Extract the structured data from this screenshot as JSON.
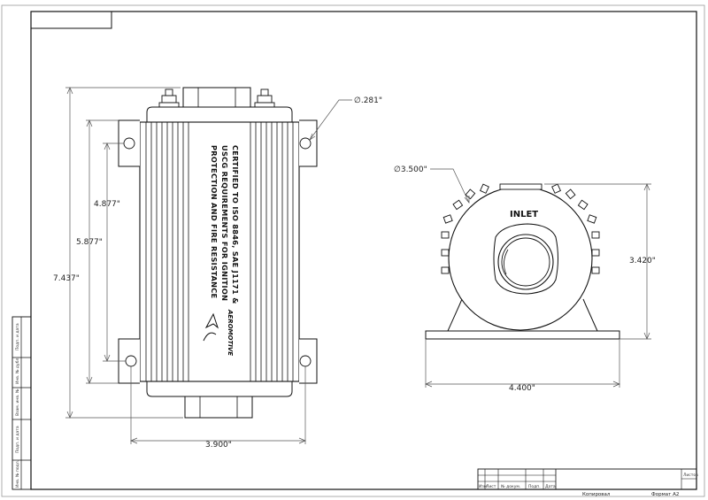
{
  "dimensions": {
    "width_top_view": "3.900\"",
    "overall_length": "7.437\"",
    "mount_span_outer": "5.877\"",
    "mount_span_inner": "4.877\"",
    "hole_diameter": "∅.281\"",
    "body_diameter": "∅3.500\"",
    "height_end_view": "3.420\"",
    "base_width_end_view": "4.400\""
  },
  "labels": {
    "inlet": "INLET",
    "certification_lines": [
      "CERTIFIED TO ISO 8846, SAE J1171 &",
      "USCG REQUIREMENTS FOR IGNITION",
      "PROTECTION AND FIRE RESISTANCE"
    ],
    "brand": "AEROMOTIVE"
  },
  "title_block": {
    "bottom_row": [
      "Изм",
      "Лист",
      "№ докум.",
      "Подп.",
      "Дата"
    ],
    "copied": "Копировал",
    "format": "Формат A2",
    "sheets": "Листов"
  },
  "side_strip": [
    "Инв. № подл.",
    "Подп. и дата",
    "Взам. инв. №",
    "Инв. № дубл.",
    "Подп. и дата"
  ]
}
